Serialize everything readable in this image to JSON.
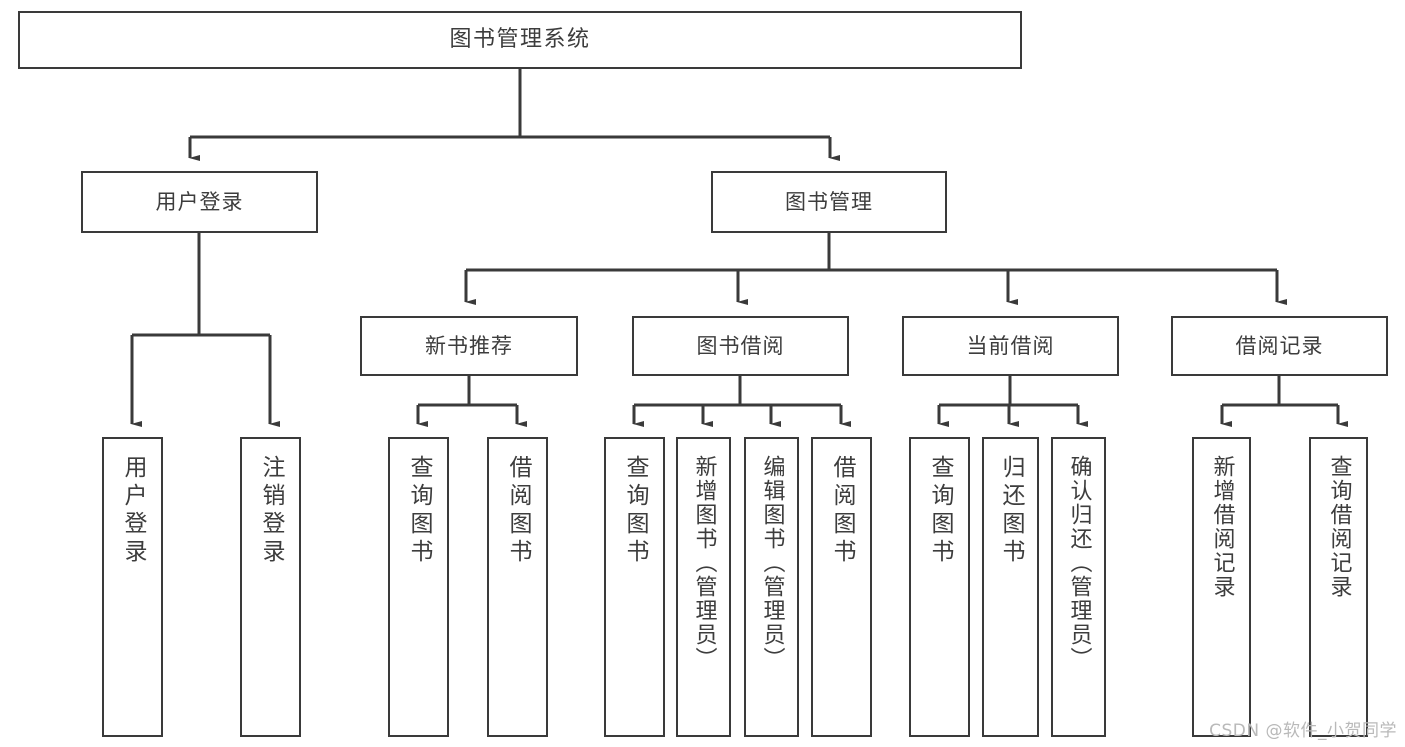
{
  "diagram": {
    "type": "tree-hierarchy-diagram",
    "title": "图书管理系统",
    "watermark": "CSDN @软件_小贺同学",
    "colors": {
      "stroke": "#3a3a3a",
      "text": "#3d3d3d",
      "background": "#ffffff",
      "watermark": "#b9b9b9"
    },
    "nodes": {
      "root": {
        "label": "图书管理系统"
      },
      "level1": [
        {
          "id": "user-login",
          "label": "用户登录"
        },
        {
          "id": "book-manage",
          "label": "图书管理"
        }
      ],
      "level2": [
        {
          "id": "new-book-recommend",
          "label": "新书推荐"
        },
        {
          "id": "book-borrow",
          "label": "图书借阅"
        },
        {
          "id": "current-borrow",
          "label": "当前借阅"
        },
        {
          "id": "borrow-record",
          "label": "借阅记录"
        }
      ],
      "leaves": {
        "user-login": [
          {
            "id": "leaf-user-login",
            "label": "用户登录"
          },
          {
            "id": "leaf-logout-login",
            "label": "注销登录"
          }
        ],
        "new-book-recommend": [
          {
            "id": "leaf-query-book-1",
            "label": "查询图书"
          },
          {
            "id": "leaf-borrow-book-1",
            "label": "借阅图书"
          }
        ],
        "book-borrow": [
          {
            "id": "leaf-query-book-2",
            "label": "查询图书"
          },
          {
            "id": "leaf-add-book",
            "label": "新增图书（管理员）"
          },
          {
            "id": "leaf-edit-book",
            "label": "编辑图书（管理员）"
          },
          {
            "id": "leaf-borrow-book-2",
            "label": "借阅图书"
          }
        ],
        "current-borrow": [
          {
            "id": "leaf-query-book-3",
            "label": "查询图书"
          },
          {
            "id": "leaf-return-book",
            "label": "归还图书"
          },
          {
            "id": "leaf-confirm-return",
            "label": "确认归还（管理员）"
          }
        ],
        "borrow-record": [
          {
            "id": "leaf-add-record",
            "label": "新增借阅记录"
          },
          {
            "id": "leaf-query-record",
            "label": "查询借阅记录"
          }
        ]
      }
    }
  }
}
